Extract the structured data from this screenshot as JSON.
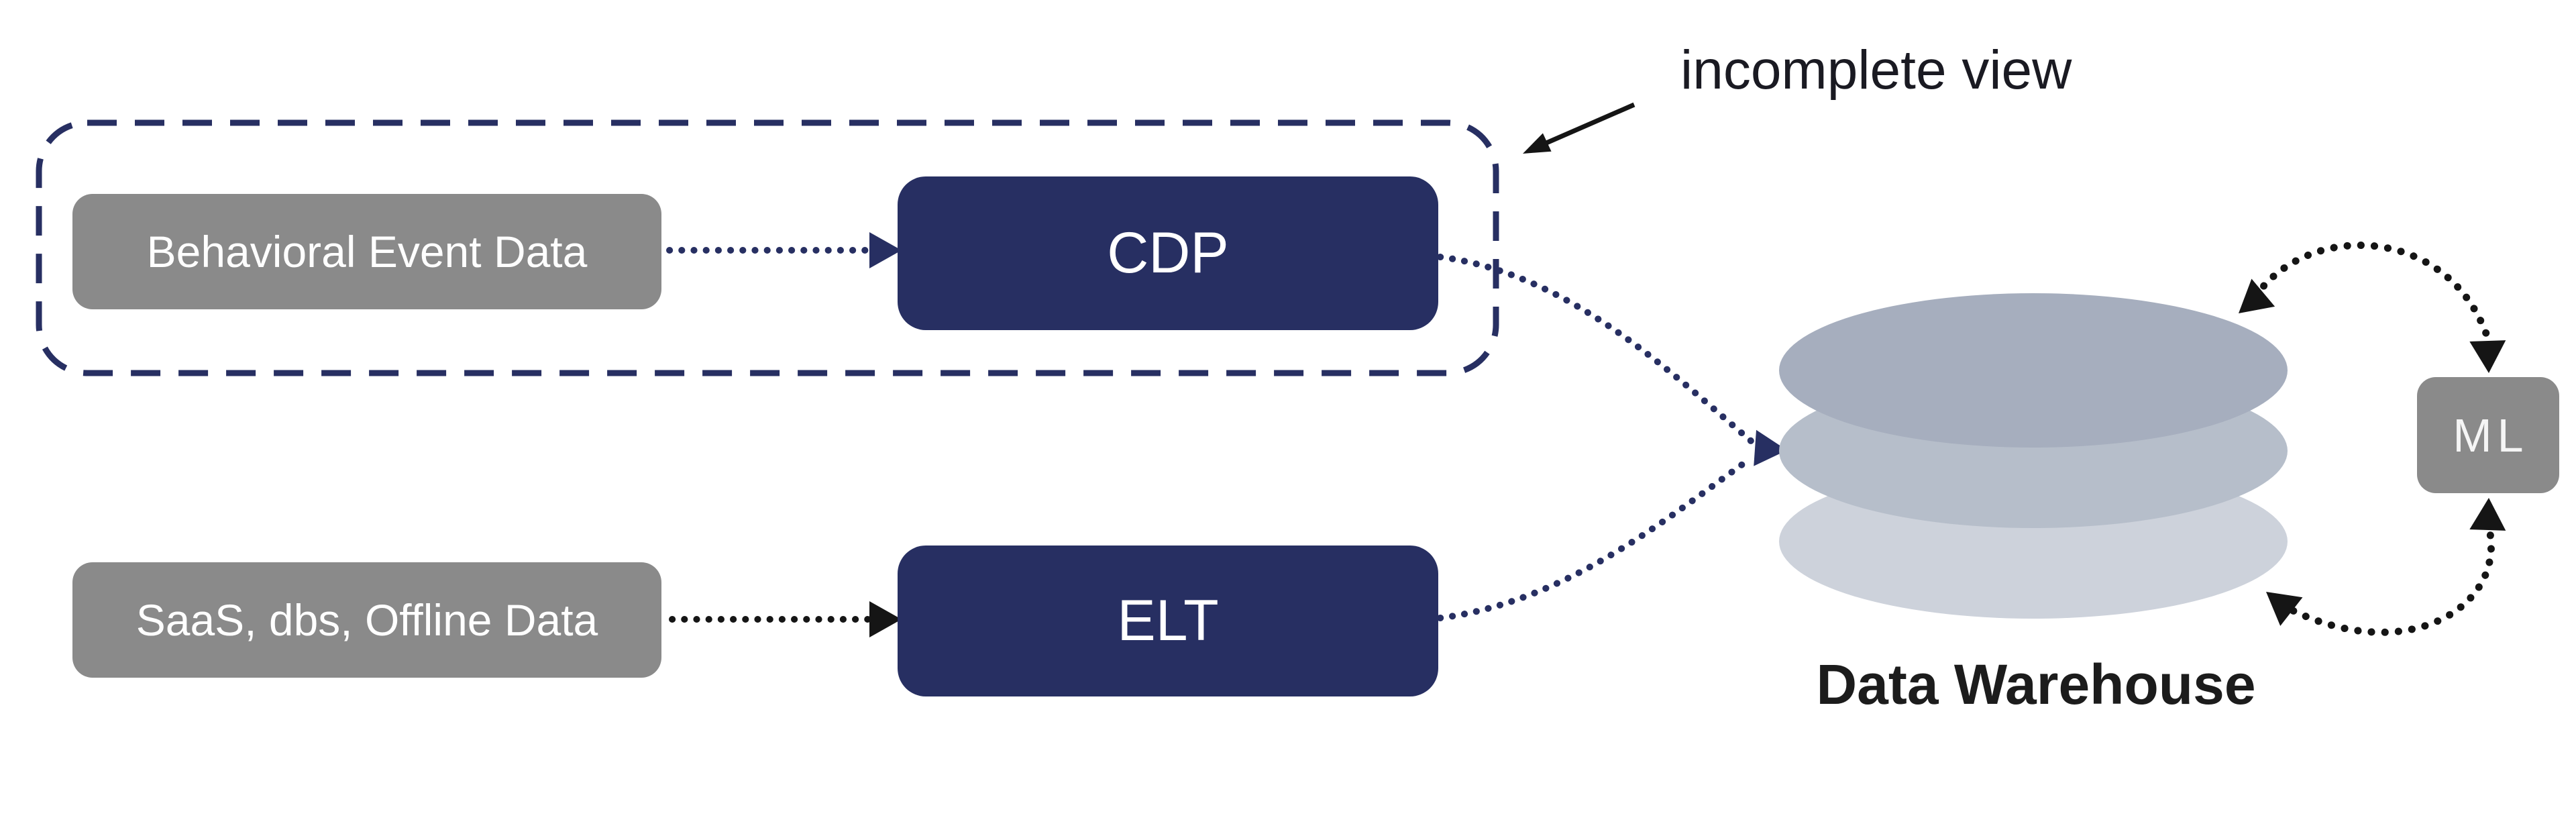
{
  "diagram": {
    "annotation": {
      "label": "incomplete view"
    },
    "nodes": {
      "behavioral": {
        "label": "Behavioral Event Data",
        "type": "data-source"
      },
      "saas": {
        "label": "SaaS, dbs, Offline Data",
        "type": "data-source"
      },
      "cdp": {
        "label": "CDP",
        "type": "process"
      },
      "elt": {
        "label": "ELT",
        "type": "process"
      },
      "ml": {
        "label": "ML",
        "type": "process"
      },
      "warehouse": {
        "label": "Data Warehouse",
        "type": "storage"
      }
    },
    "edges": [
      {
        "from": "behavioral",
        "to": "cdp",
        "style": "dotted",
        "color": "navy"
      },
      {
        "from": "saas",
        "to": "elt",
        "style": "dotted",
        "color": "black"
      },
      {
        "from": "cdp",
        "to": "warehouse",
        "style": "dotted-curve",
        "color": "navy"
      },
      {
        "from": "elt",
        "to": "warehouse",
        "style": "dotted-curve",
        "color": "navy"
      },
      {
        "from": "warehouse",
        "to": "ml",
        "style": "dotted-arc",
        "color": "black",
        "bidirectional": true
      },
      {
        "from": "ml",
        "to": "warehouse",
        "style": "dotted-arc",
        "color": "black",
        "bidirectional": true
      },
      {
        "from": "annotation",
        "to": "dashed-boundary",
        "style": "solid-arrow",
        "color": "black"
      }
    ],
    "dashed_boundary_contains": [
      "behavioral",
      "cdp"
    ],
    "colors": {
      "navy": "#272f62",
      "node_gray": "#8a8a8a",
      "black": "#151515",
      "cylinder_top": "#a6aebe",
      "cylinder_middle": "#b6beca",
      "cylinder_bottom": "#cdd2db",
      "label_light": "#ffffff"
    }
  }
}
